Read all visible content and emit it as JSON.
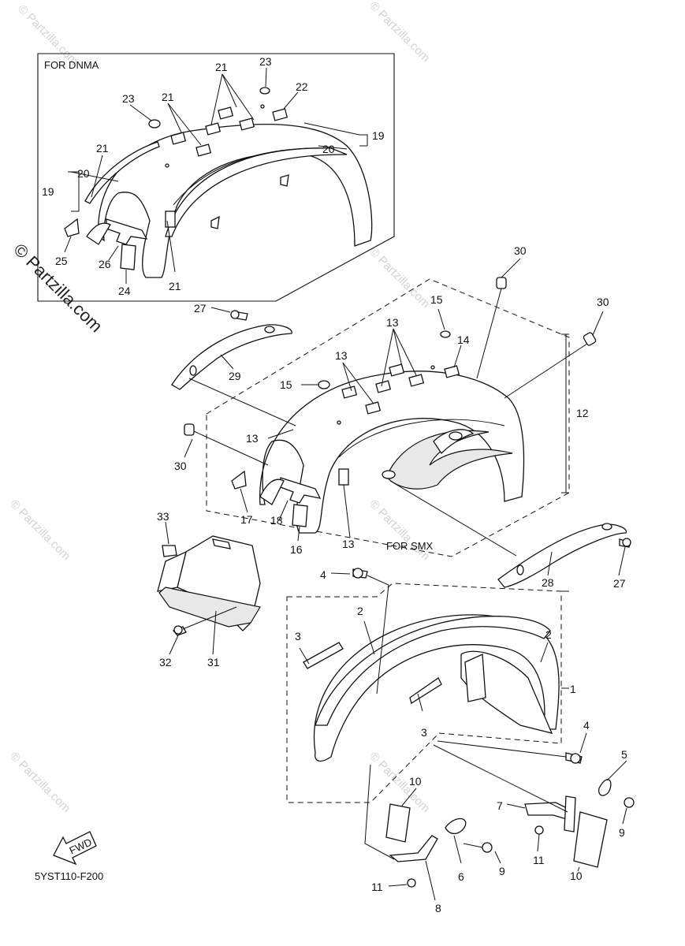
{
  "diagram": {
    "group_labels": {
      "dnma": "FOR DNMA",
      "smx": "FOR SMX"
    },
    "drawing_code": "5YST110-F200",
    "fwd_arrow_text": "FWD",
    "watermark": {
      "main": "© Partzilla.com",
      "tile": "© Partzilla.com"
    },
    "callouts": [
      "1",
      "2",
      "3",
      "4",
      "5",
      "6",
      "7",
      "8",
      "9",
      "10",
      "11",
      "12",
      "13",
      "14",
      "15",
      "16",
      "17",
      "18",
      "19",
      "20",
      "21",
      "22",
      "23",
      "24",
      "25",
      "26",
      "27",
      "28",
      "29",
      "30",
      "31",
      "32",
      "33"
    ]
  }
}
